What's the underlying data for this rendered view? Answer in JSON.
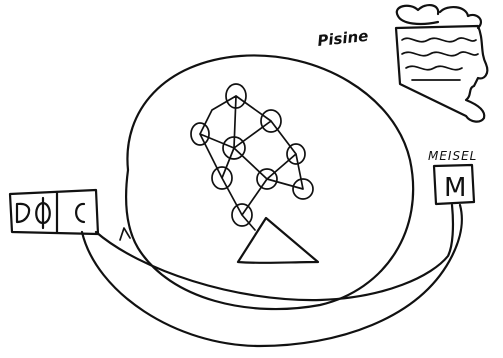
{
  "labels": {
    "pool": "Pisine",
    "magnet": "MEISEL",
    "magnet_letter": "M"
  },
  "colors": {
    "ink": "#111111",
    "paper": "#ffffff"
  }
}
